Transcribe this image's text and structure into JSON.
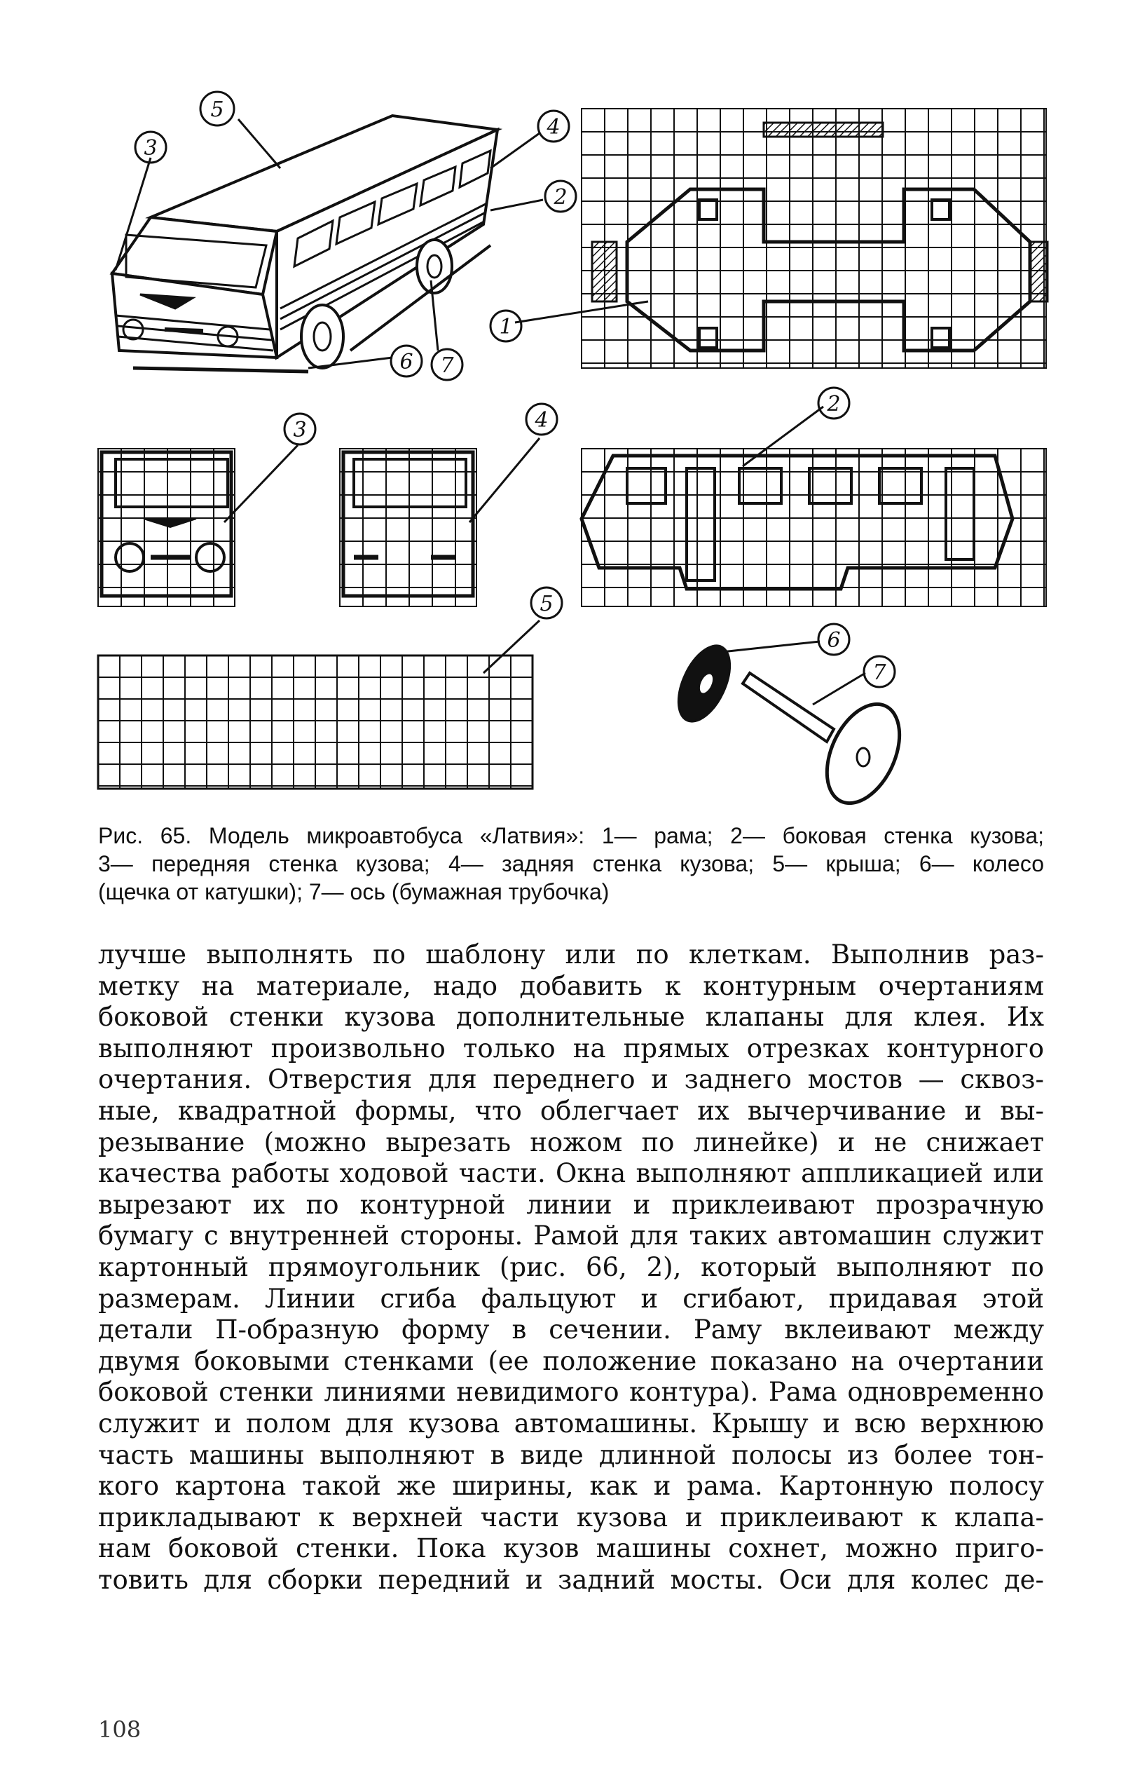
{
  "figure": {
    "callouts": [
      "1",
      "2",
      "3",
      "4",
      "5",
      "6",
      "7"
    ]
  },
  "caption": {
    "lines": [
      "Рис. 65. Модель микроавтобуса «Латвия»: 1— рама; 2— боковая стенка кузова;",
      "3— передняя стенка кузова; 4— задняя стенка кузова; 5— крыша; 6— колесо",
      "(щечка от катушки); 7— ось (бумажная трубочка)"
    ]
  },
  "body": {
    "lines": [
      "лучше выполнять по шаблону или по клеткам. Выполнив раз-",
      "метку на материале, надо добавить к контурным очертаниям",
      "боковой стенки кузова дополнительные клапаны для клея. Их",
      "выполняют произвольно только на прямых отрезках контурного",
      "очертания. Отверстия для переднего и заднего мостов — сквоз-",
      "ные, квадратной формы, что облегчает их вычерчивание и вы-",
      "резывание (можно вырезать ножом по линейке) и не снижает",
      "качества работы ходовой части. Окна выполняют аппликацией или",
      "вырезают их по контурной линии и приклеивают прозрачную",
      "бумагу с внутренней стороны. Рамой для таких автомашин служит",
      "картонный прямоугольник (рис. 66, 2), который выполняют по",
      "размерам. Линии сгиба фальцуют и сгибают, придавая этой",
      "детали П-образную форму в сечении. Раму вклеивают между",
      "двумя боковыми стенками (ее положение показано на очертании",
      "боковой стенки линиями невидимого контура). Рама одновременно",
      "служит и полом для кузова автомашины. Крышу и всю верхнюю",
      "часть машины выполняют в виде длинной полосы из более тон-",
      "кого картона такой же ширины, как и рама. Картонную полосу",
      "прикладывают к верхней части кузова и приклеивают к клапа-",
      "нам боковой стенки. Пока кузов машины сохнет, можно приго-",
      "товить для сборки передний и задний мосты. Оси для колес де-"
    ]
  },
  "page_number": "108"
}
